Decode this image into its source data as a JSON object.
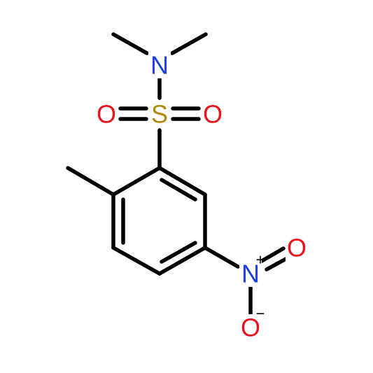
{
  "molecule": {
    "atoms": [
      {
        "id": "n_amide",
        "label": "N",
        "color": "#1f3fe0"
      },
      {
        "id": "s",
        "label": "S",
        "color": "#b08a0c"
      },
      {
        "id": "o_left",
        "label": "O",
        "color": "#e8141c"
      },
      {
        "id": "o_right",
        "label": "O",
        "color": "#e8141c"
      },
      {
        "id": "n_nitro",
        "label": "N",
        "charge": "+",
        "color": "#1f3fe0"
      },
      {
        "id": "o_nitro_top",
        "label": "O",
        "color": "#e8141c"
      },
      {
        "id": "o_nitro_bottom",
        "label": "O",
        "charge": "−",
        "color": "#e8141c"
      }
    ]
  },
  "colors": {
    "bond": "#000000",
    "background": "#ffffff"
  }
}
